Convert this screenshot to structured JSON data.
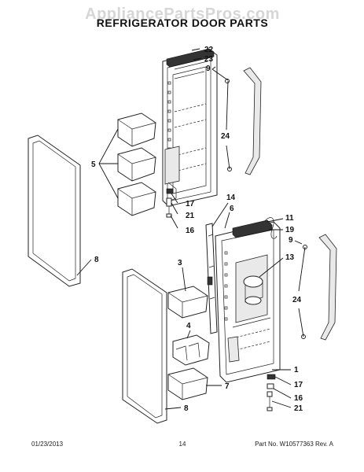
{
  "watermark": "AppliancePartsPros.com",
  "title": "REFRIGERATOR DOOR PARTS",
  "callouts": [
    {
      "id": "22",
      "label": "22"
    },
    {
      "id": "23",
      "label": "23"
    },
    {
      "id": "9a",
      "label": "9"
    },
    {
      "id": "24a",
      "label": "24"
    },
    {
      "id": "5",
      "label": "5"
    },
    {
      "id": "17a",
      "label": "17"
    },
    {
      "id": "21a",
      "label": "21"
    },
    {
      "id": "16a",
      "label": "16"
    },
    {
      "id": "14",
      "label": "14"
    },
    {
      "id": "6",
      "label": "6"
    },
    {
      "id": "11",
      "label": "11"
    },
    {
      "id": "19",
      "label": "19"
    },
    {
      "id": "9b",
      "label": "9"
    },
    {
      "id": "13",
      "label": "13"
    },
    {
      "id": "8a",
      "label": "8"
    },
    {
      "id": "3",
      "label": "3"
    },
    {
      "id": "24b",
      "label": "24"
    },
    {
      "id": "4",
      "label": "4"
    },
    {
      "id": "1",
      "label": "1"
    },
    {
      "id": "17b",
      "label": "17"
    },
    {
      "id": "7",
      "label": "7"
    },
    {
      "id": "16b",
      "label": "16"
    },
    {
      "id": "8b",
      "label": "8"
    },
    {
      "id": "21b",
      "label": "21"
    }
  ],
  "footer": {
    "date": "01/23/2013",
    "page": "14",
    "part_no": "Part No. W10577363  Rev. A"
  }
}
